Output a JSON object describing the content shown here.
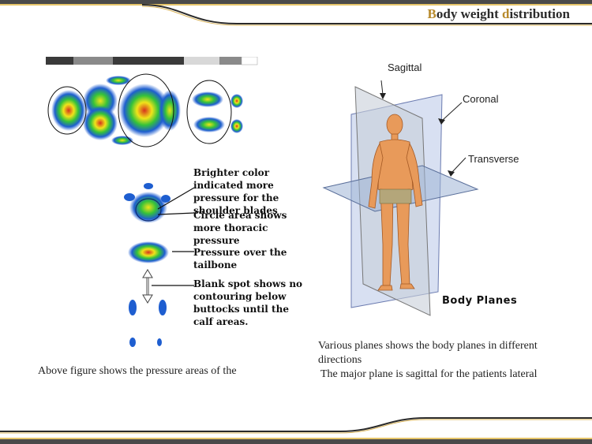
{
  "slide": {
    "title_cap1": "B",
    "title_rest1": "ody weight ",
    "title_cap2": "d",
    "title_rest2": "istribution"
  },
  "pressure_map": {
    "annotations": [
      "Brighter color indicated more pressure for the shoulder blades",
      "Circle area shows more thoracic pressure",
      "Pressure over the tailbone",
      "Blank spot shows no contouring below buttocks until the calf areas."
    ],
    "caption": "Above figure shows the pressure areas of the"
  },
  "body_planes": {
    "sagittal_label": "Sagittal",
    "coronal_label": "Coronal",
    "transverse_label": "Transverse",
    "figure_title": "Body Planes",
    "caption_line1": "Various planes shows the body planes in different directions",
    "caption_line2": "The major plane is sagittal for the patients lateral"
  },
  "colors": {
    "accent": "#b78a2c",
    "band_dark": "#4a4a4a",
    "band_gold": "#e6c56a"
  }
}
